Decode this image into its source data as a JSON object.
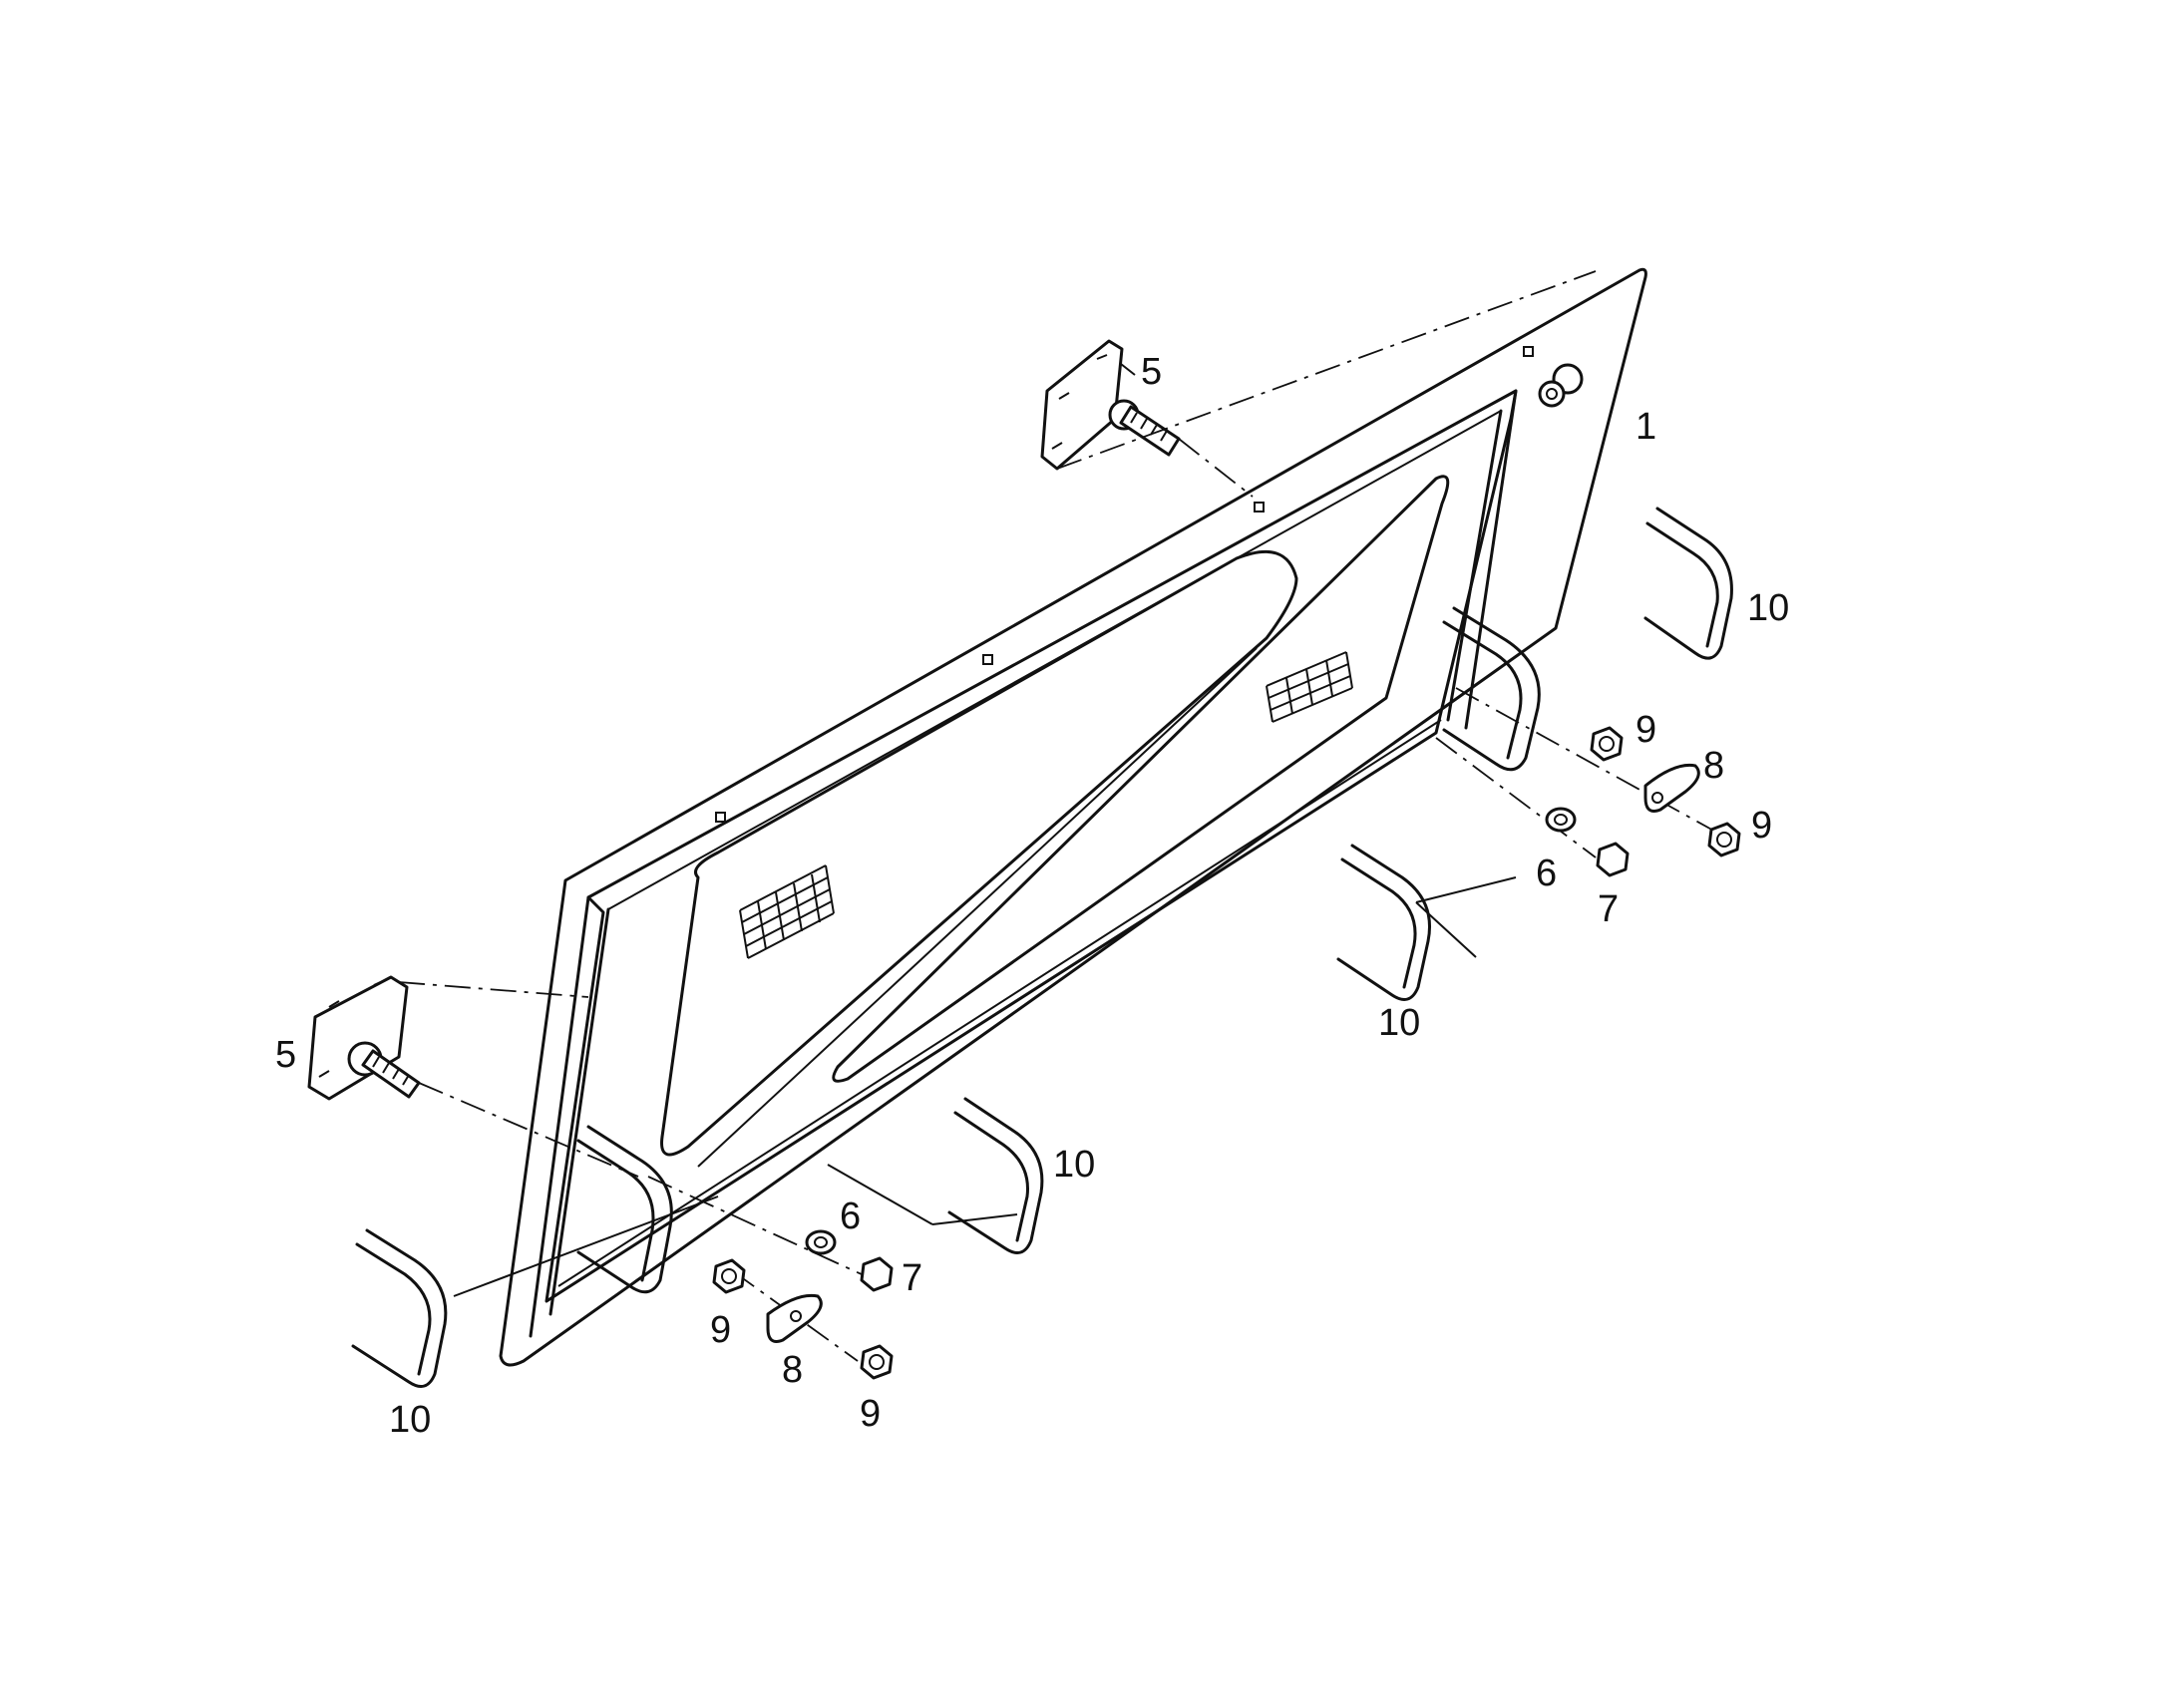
{
  "callouts": {
    "panel": "1",
    "plate_top": "5",
    "plate_left": "5",
    "washer_right": "6",
    "washer_left": "6",
    "nut_right": "7",
    "nut_left": "7",
    "tab_right": "8",
    "tab_left": "8",
    "locknut_right_a": "9",
    "locknut_right_b": "9",
    "locknut_left_a": "9",
    "locknut_left_b": "9",
    "handle_top_right": "10",
    "handle_mid_right": "10",
    "handle_mid_left": "10",
    "handle_bottom_left": "10"
  }
}
